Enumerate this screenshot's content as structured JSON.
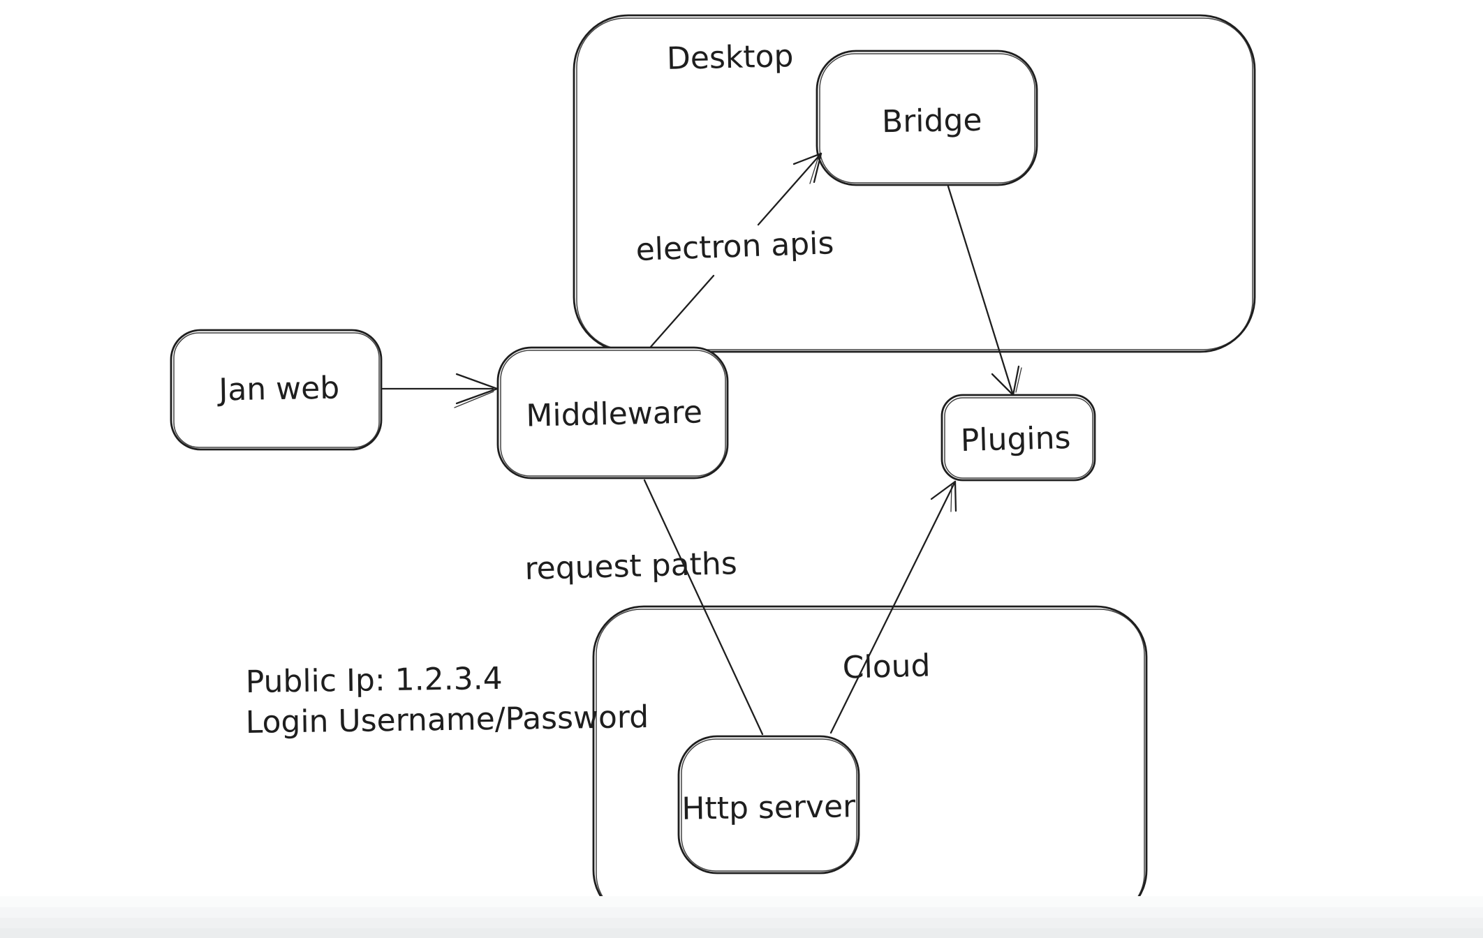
{
  "canvas": {
    "background": "#ffffff",
    "ink_color": "#1e1e1e",
    "bottom_fade_color": "#ebedee"
  },
  "containers": [
    {
      "label": "Desktop"
    },
    {
      "label": "Cloud"
    }
  ],
  "nodes": [
    {
      "label": "Jan web"
    },
    {
      "label": "Middleware"
    },
    {
      "label": "Bridge"
    },
    {
      "label": "Plugins"
    },
    {
      "label": "Http server"
    }
  ],
  "edges": [
    {
      "from": "Jan web",
      "to": "Middleware",
      "label": ""
    },
    {
      "from": "Middleware",
      "to": "Bridge",
      "label": "electron apis"
    },
    {
      "from": "Bridge",
      "to": "Plugins",
      "label": ""
    },
    {
      "from": "Middleware",
      "to": "Http server",
      "label": "request paths"
    },
    {
      "from": "Http server",
      "to": "Plugins",
      "label": ""
    }
  ],
  "annotations": {
    "line1": "Public Ip: 1.2.3.4",
    "line2": "Login Username/Password"
  }
}
